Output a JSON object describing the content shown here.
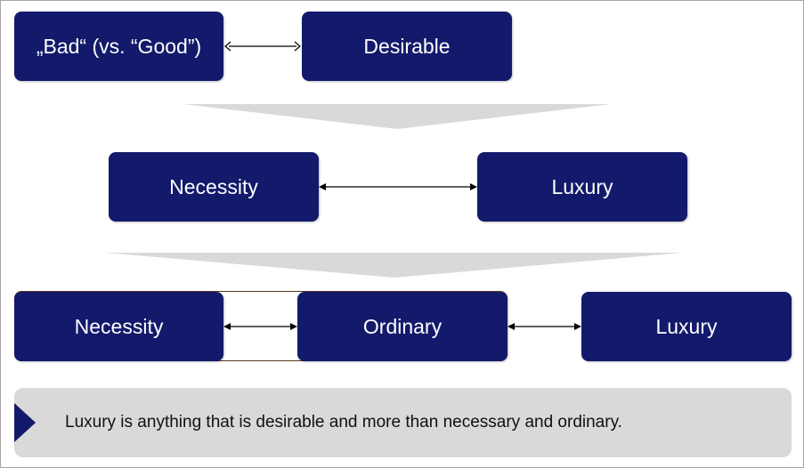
{
  "row1": {
    "left_box": "„Bad“ (vs. “Good”)",
    "right_box": "Desirable"
  },
  "row2": {
    "left_box": "Necessity",
    "right_box": "Luxury"
  },
  "row3": {
    "left_box": "Necessity",
    "middle_box": "Ordinary",
    "right_box": "Luxury"
  },
  "conclusion": {
    "text": "Luxury is anything that is desirable and more than necessary and ordinary."
  },
  "colors": {
    "box_fill": "#131a6b",
    "box_text": "#ffffff",
    "funnel": "#d9d9d9",
    "conclusion_bg": "#d9d9d9",
    "arrow": "#000000"
  }
}
